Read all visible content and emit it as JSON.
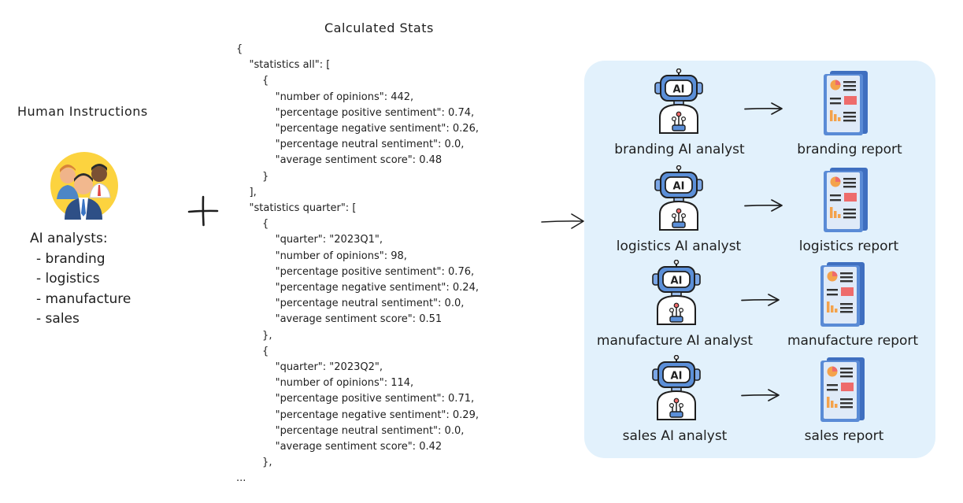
{
  "human": {
    "title": "Human Instructions",
    "analysts_heading": "AI analysts:",
    "analysts": [
      "- branding",
      "- logistics",
      "- manufacture",
      "- sales"
    ]
  },
  "stats": {
    "title": "Calculated Stats",
    "json_lines": [
      "{",
      "    \"statistics all\": [",
      "        {",
      "            \"number of opinions\": 442,",
      "            \"percentage positive sentiment\": 0.74,",
      "            \"percentage negative sentiment\": 0.26,",
      "            \"percentage neutral sentiment\": 0.0,",
      "            \"average sentiment score\": 0.48",
      "        }",
      "    ],",
      "    \"statistics quarter\": [",
      "        {",
      "            \"quarter\": \"2023Q1\",",
      "            \"number of opinions\": 98,",
      "            \"percentage positive sentiment\": 0.76,",
      "            \"percentage negative sentiment\": 0.24,",
      "            \"percentage neutral sentiment\": 0.0,",
      "            \"average sentiment score\": 0.51",
      "        },",
      "        {",
      "            \"quarter\": \"2023Q2\",",
      "            \"number of opinions\": 114,",
      "            \"percentage positive sentiment\": 0.71,",
      "            \"percentage negative sentiment\": 0.29,",
      "            \"percentage neutral sentiment\": 0.0,",
      "            \"average sentiment score\": 0.42",
      "        },",
      "..."
    ]
  },
  "pipelines": [
    {
      "analyst": "branding AI analyst",
      "report": "branding report"
    },
    {
      "analyst": "logistics AI analyst",
      "report": "logistics report"
    },
    {
      "analyst": "manufacture AI analyst",
      "report": "manufacture report"
    },
    {
      "analyst": "sales AI analyst",
      "report": "sales report"
    }
  ],
  "icons": {
    "robot": "robot-icon",
    "robot_screen_text": "AI",
    "report": "report-icon",
    "team": "team-avatar-icon",
    "plus": "plus-icon",
    "arrow": "arrow-right-icon"
  },
  "colors": {
    "panel": "#e2f1fc",
    "robot_blue": "#5b8fd8",
    "report_blue": "#5a8bd6",
    "report_red": "#ee6b6b",
    "report_orange": "#f4a24b",
    "ink": "#1e1e1e"
  }
}
